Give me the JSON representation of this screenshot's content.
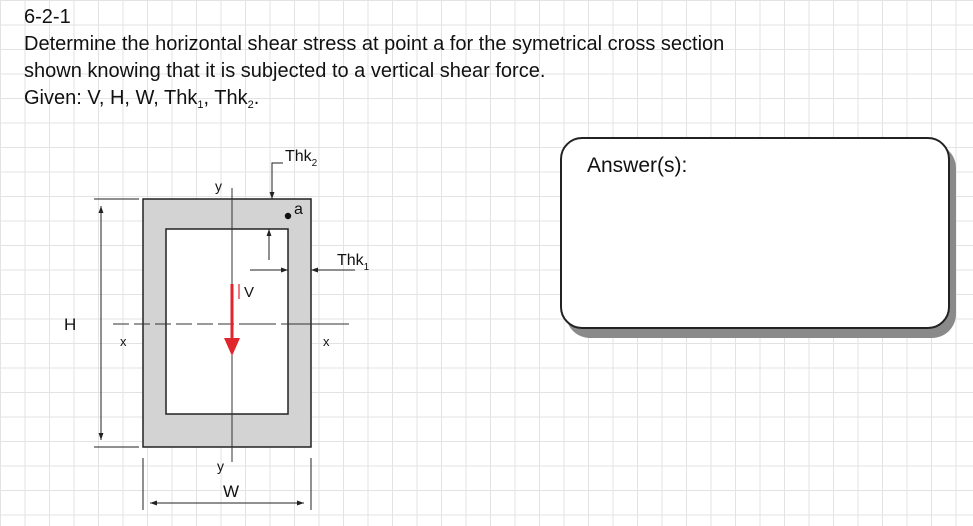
{
  "problem": {
    "number": "6-2-1",
    "line1": "Determine the horizontal shear stress at point a for the symetrical cross section",
    "line2": "shown knowing that it is subjected to a vertical shear force.",
    "given_prefix": "Given: V, H, W, Thk",
    "given_sep": ", Thk",
    "given_end": ".",
    "sub1": "1",
    "sub2": "2"
  },
  "figure": {
    "label_thk2": "Thk",
    "label_thk1": "Thk",
    "sub1": "1",
    "sub2": "2",
    "label_a": "a",
    "label_y_top": "y",
    "label_y_bottom": "y",
    "label_x_left": "x",
    "label_x_right": "x",
    "label_v": "V",
    "label_h": "H",
    "label_w": "W",
    "section_fill": "#d3d3d3",
    "shear_color": "#e0252d"
  },
  "answer": {
    "label": "Answer(s):"
  }
}
